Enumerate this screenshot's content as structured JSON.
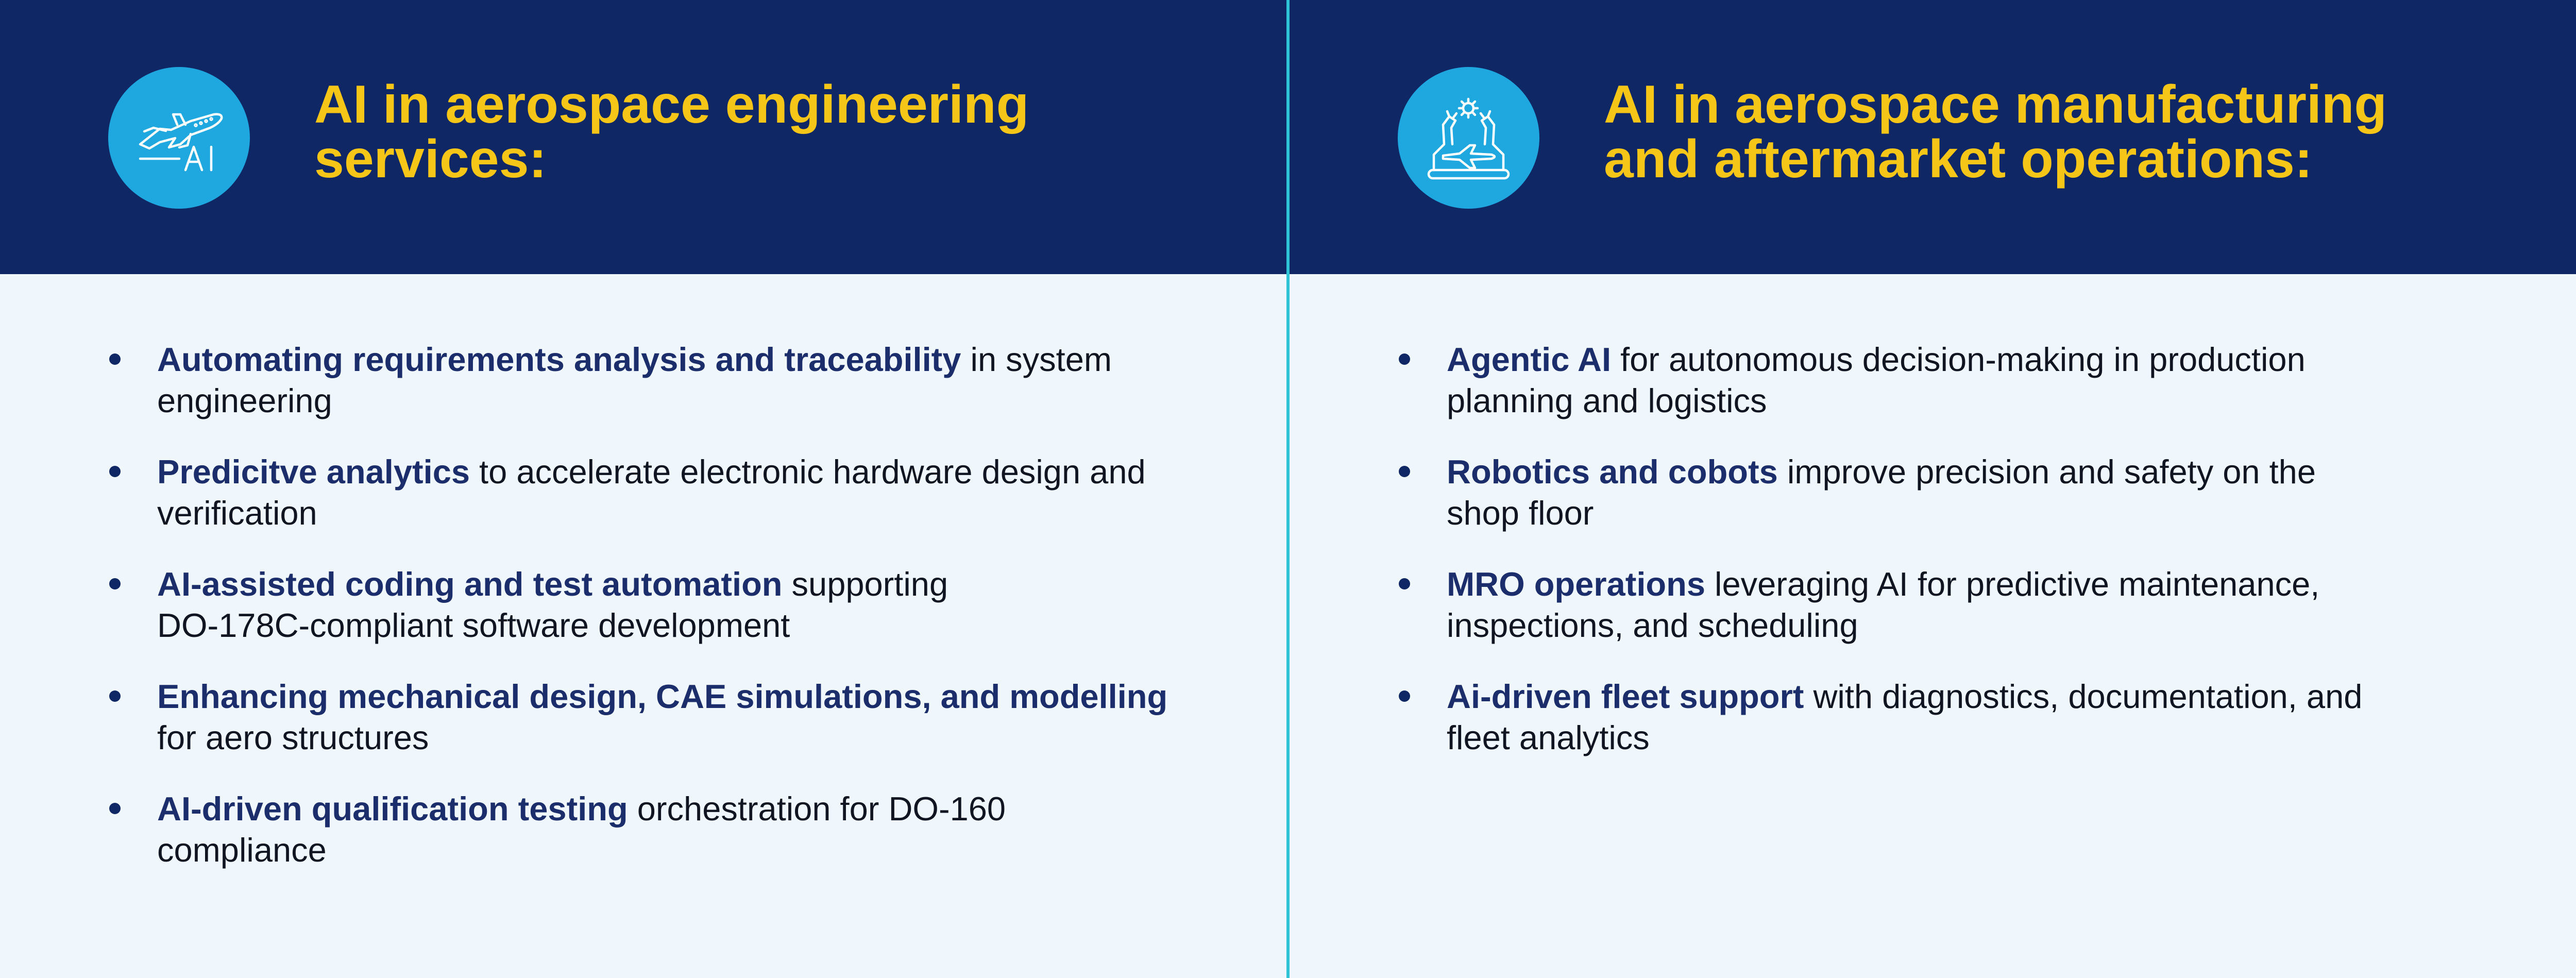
{
  "colors": {
    "header_bg": "#102766",
    "title_color": "#f5c518",
    "icon_bg": "#1fa8e0",
    "body_bg": "#f0f7fc",
    "divider": "#2ec4d6",
    "bold_text": "#1b2d6b"
  },
  "left": {
    "icon": "airplane-ai-icon",
    "title_lines": [
      "AI in aerospace engineering",
      "services:"
    ],
    "items": [
      {
        "bold": "Automating requirements analysis and traceability",
        "rest": " in system",
        "rest2": "engineering"
      },
      {
        "bold": "Predicitve analytics",
        "rest": " to accelerate electronic hardware design and",
        "rest2": "verification"
      },
      {
        "bold": "AI-assisted coding and test automation",
        "rest": " supporting",
        "rest2": "DO-178C-compliant software development"
      },
      {
        "bold": "Enhancing mechanical design, CAE simulations, and modelling",
        "rest": "",
        "rest2": "for aero structures"
      },
      {
        "bold": "AI-driven qualification testing",
        "rest": " orchestration for DO-160",
        "rest2": "compliance"
      }
    ]
  },
  "right": {
    "icon": "robotic-arms-aircraft-icon",
    "title_lines": [
      "AI in aerospace manufacturing",
      "and aftermarket operations:"
    ],
    "items": [
      {
        "bold": "Agentic AI",
        "rest": " for autonomous decision-making in production",
        "rest2": "planning and logistics"
      },
      {
        "bold": "Robotics and cobots",
        "rest": " improve precision and safety on the",
        "rest2": "shop floor"
      },
      {
        "bold": "MRO operations",
        "rest": " leveraging AI for predictive maintenance,",
        "rest2": "inspections, and scheduling"
      },
      {
        "bold": "Ai-driven fleet support",
        "rest": " with diagnostics, documentation, and",
        "rest2": "fleet analytics"
      }
    ]
  }
}
